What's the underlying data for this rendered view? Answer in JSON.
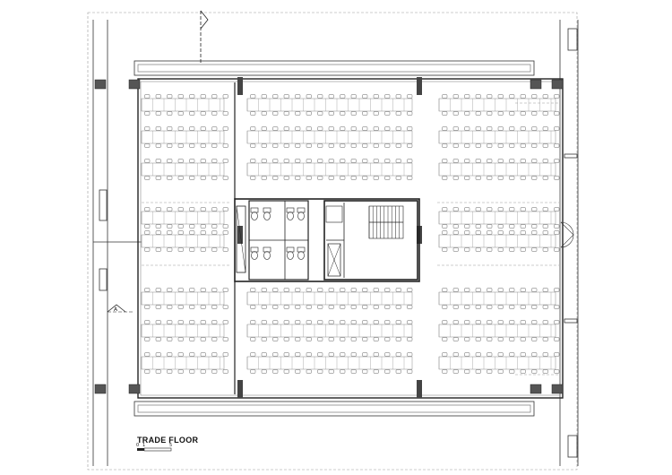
{
  "drawing": {
    "title": "TRADE FLOOR",
    "scale_bar": {
      "ticks": [
        "0",
        "1",
        "5"
      ]
    },
    "section_marks": [
      {
        "label": "A"
      }
    ]
  },
  "colors": {
    "line": "#222222",
    "light": "#8a8a8a",
    "dash": "#9a9a9a",
    "fill_column": "#555555"
  }
}
